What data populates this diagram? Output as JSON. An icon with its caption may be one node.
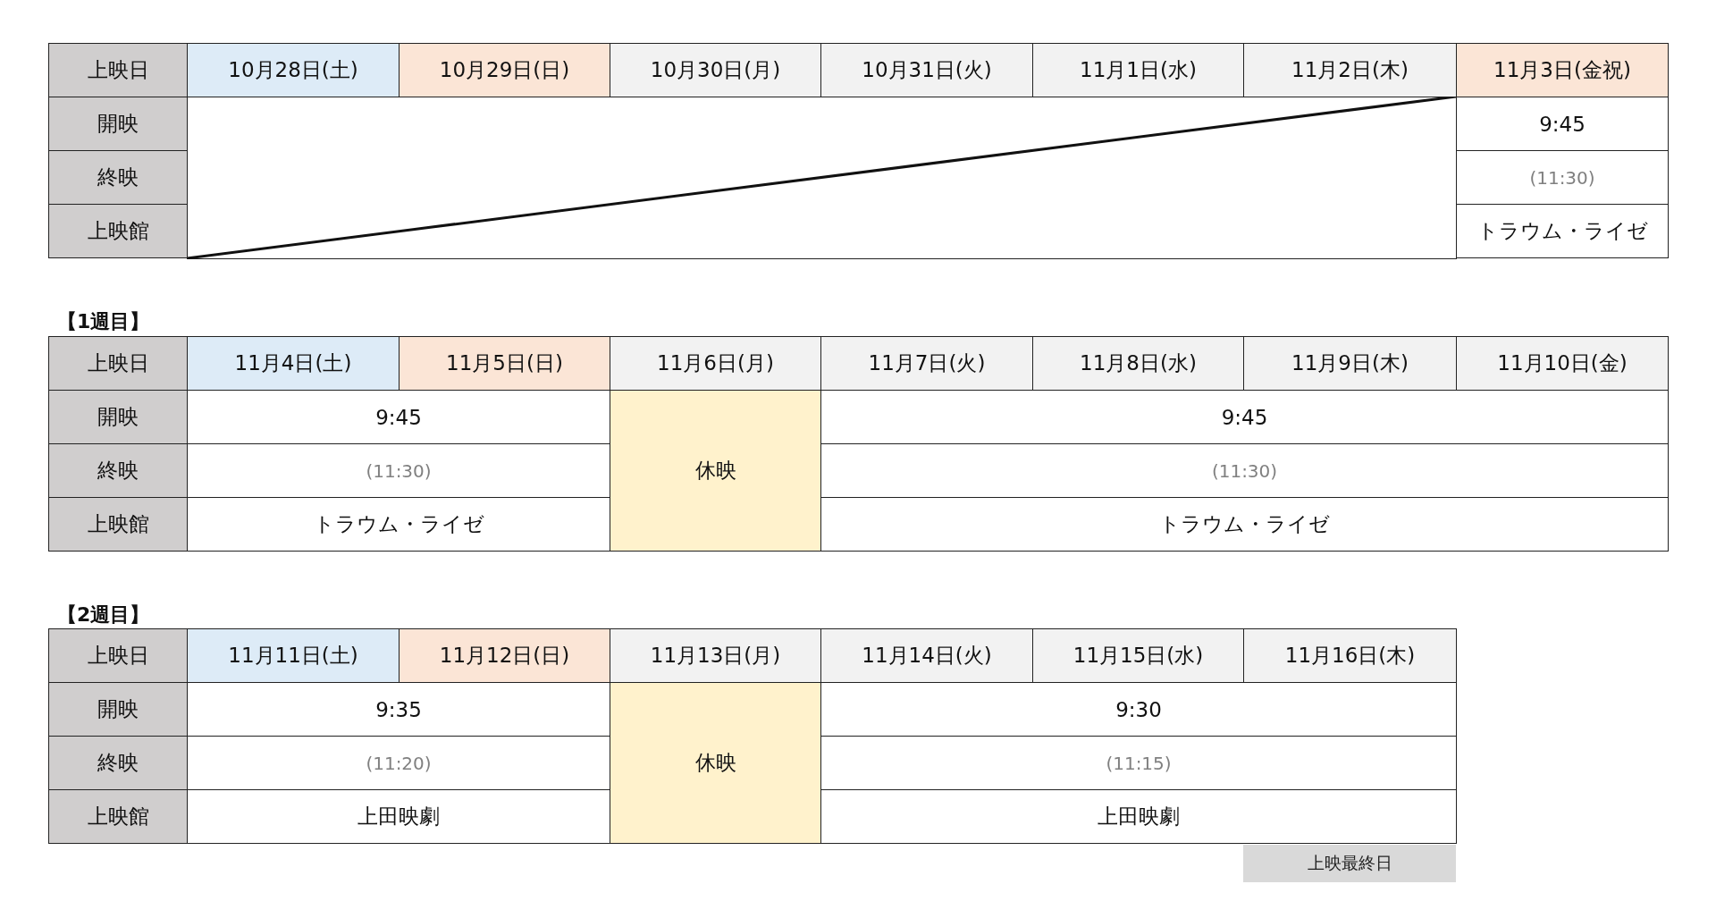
{
  "diagram": {
    "labels": [
      "上映日",
      "10月28日(土)",
      "10月29日(日)",
      "10月30日(月)",
      "10月31日(火)",
      "11月1日(水)",
      "11月2日(木)",
      "11月3日(金祝)",
      "開映",
      "9:45",
      "終映",
      "(11:30)",
      "上映館",
      "トラウム・ライゼ",
      "【1週目】",
      "上映日",
      "11月4日(土)",
      "11月5日(日)",
      "11月6日(月)",
      "11月7日(火)",
      "11月8日(水)",
      "11月9日(木)",
      "11月10日(金)",
      "開映",
      "9:45",
      "休映",
      "9:45",
      "終映",
      "(11:30)",
      "(11:30)",
      "上映館",
      "トラウム・ライゼ",
      "トラウム・ライゼ",
      "【2週目】",
      "上映日",
      "11月11日(土)",
      "11月12日(日)",
      "11月13日(月)",
      "11月14日(火)",
      "11月15日(水)",
      "11月16日(木)",
      "開映",
      "9:35",
      "休映",
      "9:30",
      "終映",
      "(11:20)",
      "(11:15)",
      "上映館",
      "上田映劇",
      "上田映劇",
      "上映最終日"
    ]
  }
}
